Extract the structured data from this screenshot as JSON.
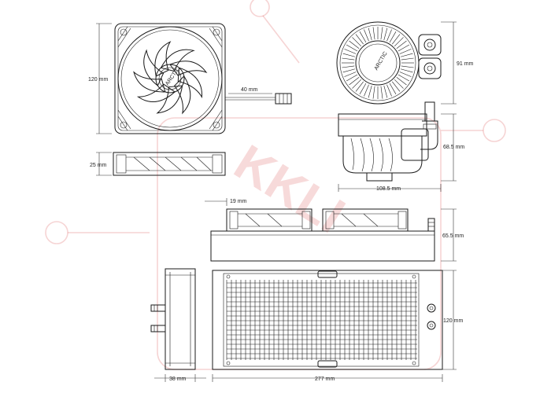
{
  "dimensions": {
    "fan_height": "120 mm",
    "cable_length": "40 mm",
    "pump_height": "91 mm",
    "pump_body_height": "68.5 mm",
    "fan_thickness": "25 mm",
    "pump_width": "108.5 mm",
    "fan_offset": "19 mm",
    "radiator_assembly_height": "65.5 mm",
    "radiator_height": "120 mm",
    "radiator_thickness": "38 mm",
    "radiator_length": "277 mm"
  },
  "logo_text": "ARCTIC",
  "watermark_text": "KKLI",
  "colors": {
    "line": "#1a1a1a",
    "watermark": "#d63a3a"
  }
}
